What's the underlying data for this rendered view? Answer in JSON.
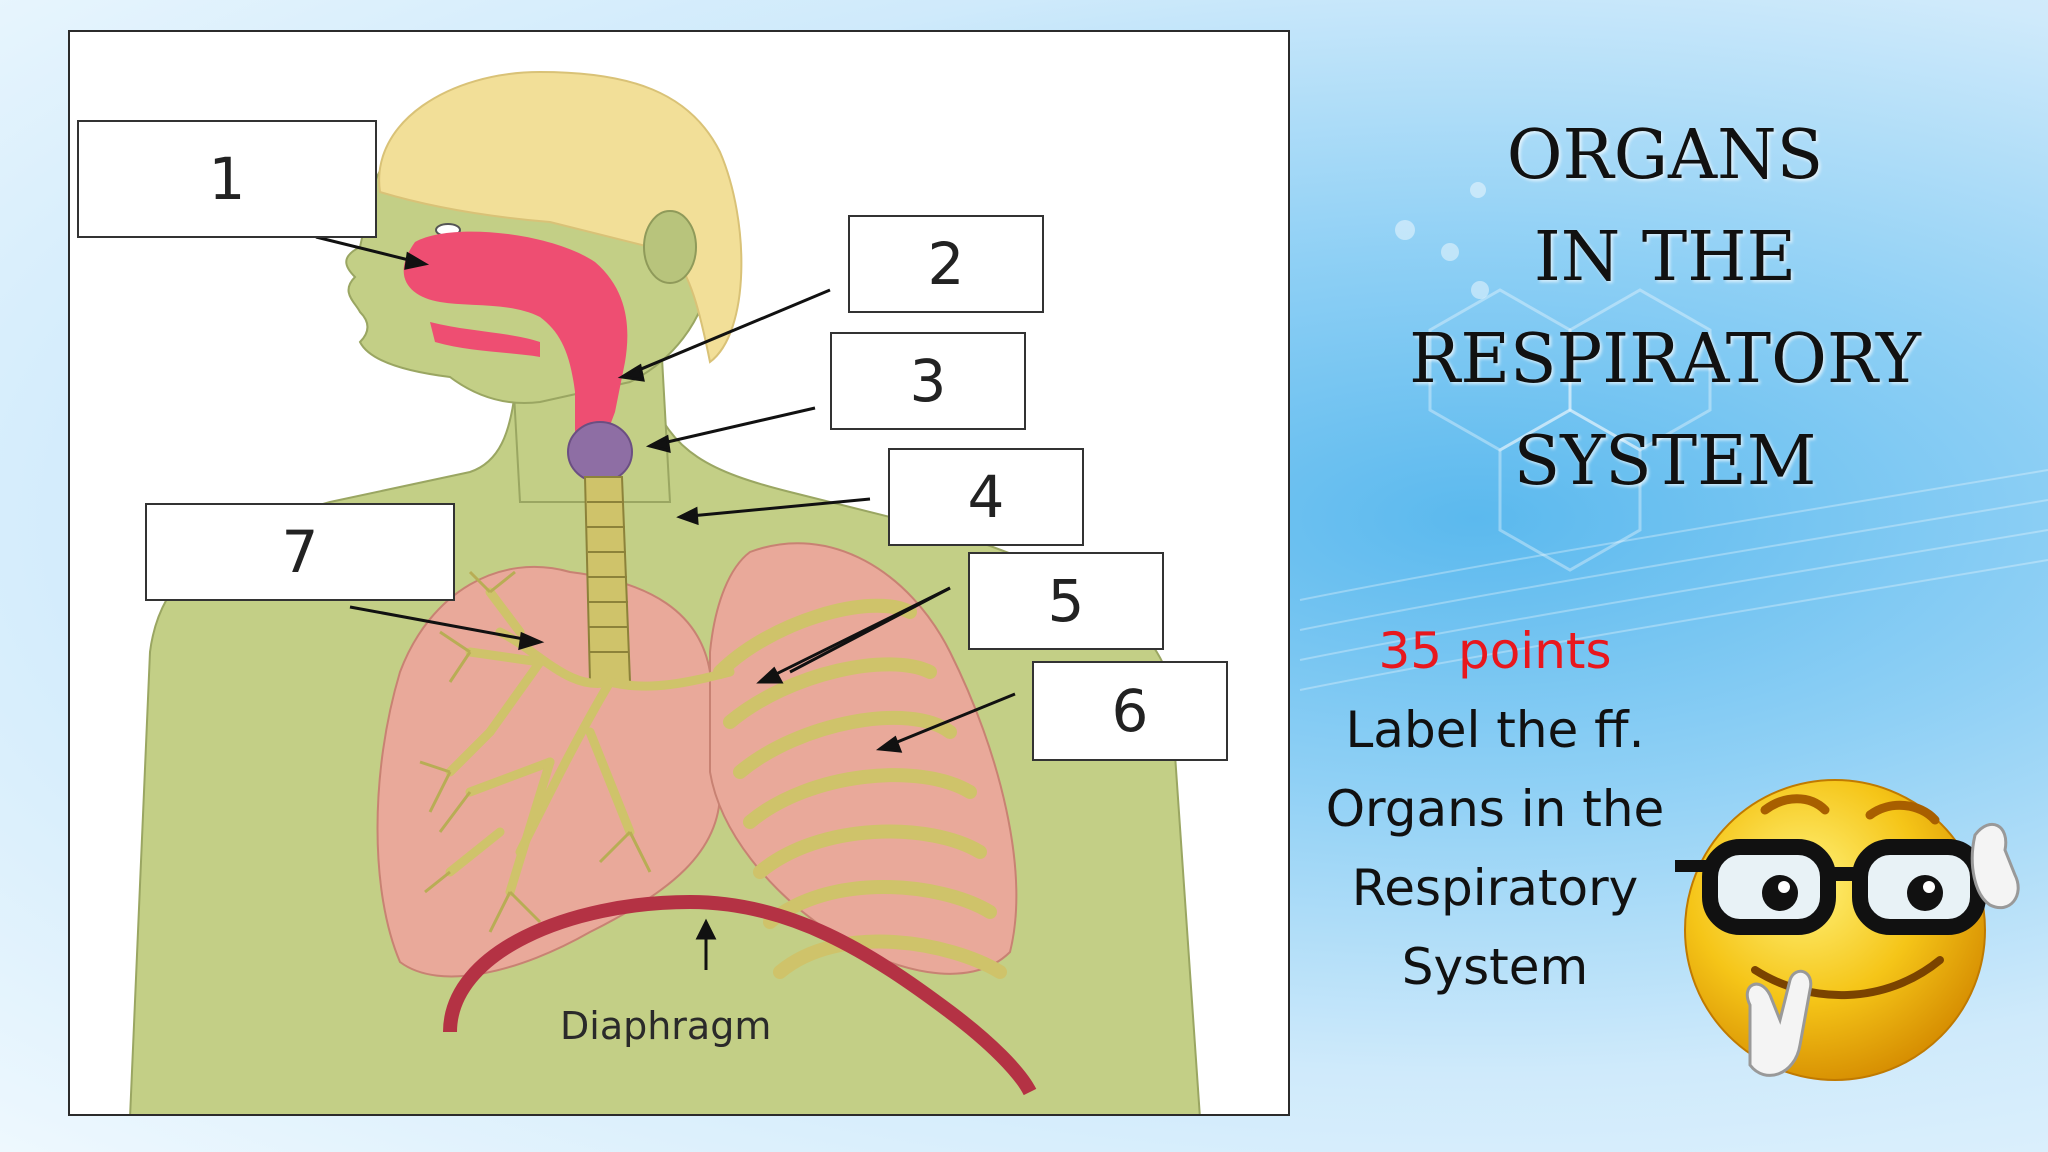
{
  "diagram": {
    "labels": [
      "1",
      "2",
      "3",
      "4",
      "5",
      "6",
      "7"
    ],
    "diaphragm_label": "Diaphragm"
  },
  "title": {
    "lines": [
      "ORGANS",
      "IN THE",
      "RESPIRATORY",
      "SYSTEM"
    ]
  },
  "instructions": {
    "points": "35 points",
    "lines": [
      "Label the ff.",
      "Organs in the",
      "Respiratory",
      "System"
    ]
  },
  "colors": {
    "points_red": "#e8171d",
    "skin": "#c3cf86",
    "hair": "#f2df98",
    "airway": "#ee4e72",
    "lung": "#e9a99a",
    "bronchi": "#cfc36a",
    "diaphragm": "#b43244"
  },
  "icons": [
    "nerd-emoji-icon"
  ]
}
